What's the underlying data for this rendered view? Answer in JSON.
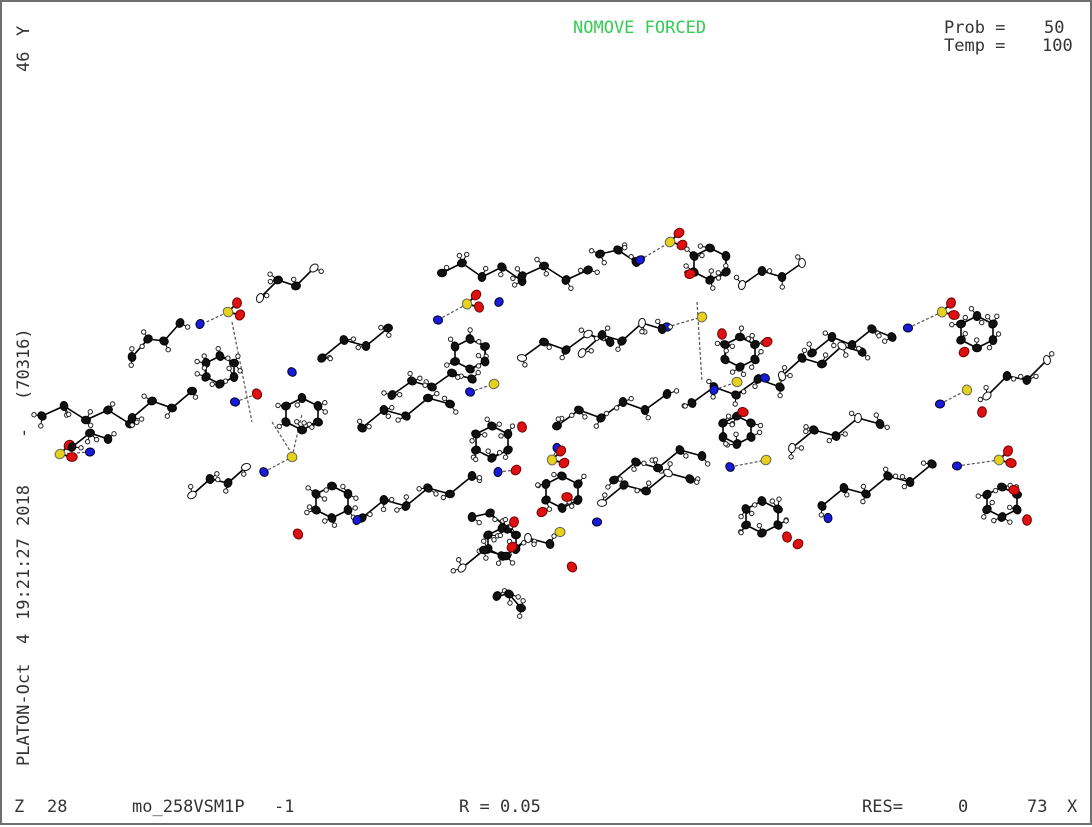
{
  "header": {
    "status": "NOMOVE FORCED",
    "status_color": "#33cc55",
    "prob_label": "Prob =",
    "prob_value": "50",
    "temp_label": "Temp =",
    "temp_value": "100"
  },
  "side_label": {
    "program": "PLATON-Oct",
    "day": "4",
    "time": "19:21:27",
    "year": "2018",
    "dash": "-",
    "build": "(70316)",
    "y_value": "46",
    "y_axis": "Y"
  },
  "footer": {
    "z_label": "Z",
    "z_value": "28",
    "structure_name": "mo_258VSM1P",
    "index": "-1",
    "r_factor": "R = 0.05",
    "res_label": "RES=",
    "res_value": "0",
    "x_value": "73",
    "x_axis": "X"
  },
  "atom_colors": {
    "carbon": "#111111",
    "hydrogen": "#ffffff",
    "oxygen": "#dd1111",
    "nitrogen": "#1a1ad9",
    "sulfur": "#e6d21a",
    "bond": "#000000",
    "hbond": "#555555"
  }
}
